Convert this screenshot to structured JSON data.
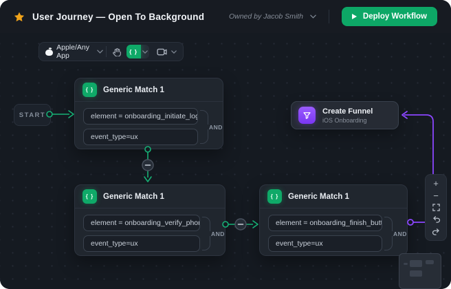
{
  "header": {
    "title": "User Journey — Open To Background",
    "owned_by": "Owned by Jacob Smith",
    "deploy_button": "Deploy Workflow"
  },
  "toolbar": {
    "app_selector": "Apple/Any App",
    "code_glyph": "{ }"
  },
  "canvas": {
    "start_label": "START",
    "nodes": [
      {
        "title": "Generic Match 1",
        "glyph": "{ }",
        "conditions": [
          "element = onboarding_initiate_login",
          "event_type=ux"
        ],
        "operator": "AND"
      },
      {
        "title": "Generic Match 1",
        "glyph": "{ }",
        "conditions": [
          "element = onboarding_verify_phone",
          "event_type=ux"
        ],
        "operator": "AND"
      },
      {
        "title": "Generic Match 1",
        "glyph": "{ }",
        "conditions": [
          "element = onboarding_finish_button",
          "event_type=ux"
        ],
        "operator": "AND"
      }
    ],
    "funnel": {
      "title": "Create Funnel",
      "subtitle": "iOS Onboarding"
    }
  },
  "zoom_panel": {
    "zoom_in": "+",
    "zoom_out": "−"
  },
  "icons": {
    "star": "star-icon",
    "play": "play-icon",
    "apple": "apple-icon",
    "hand": "hand-tool-icon",
    "code": "code-braces-icon",
    "camera": "camera-icon",
    "chevron": "chevron-down-icon",
    "funnel": "funnel-icon",
    "minus_badge": "minus-icon",
    "fit_view": "fit-view-icon",
    "undo": "undo-icon",
    "redo": "redo-icon"
  },
  "colors": {
    "accent_green": "#0fa968",
    "line_green": "#16b176",
    "line_purple": "#8b46ff",
    "star_amber": "#f0a31a"
  }
}
